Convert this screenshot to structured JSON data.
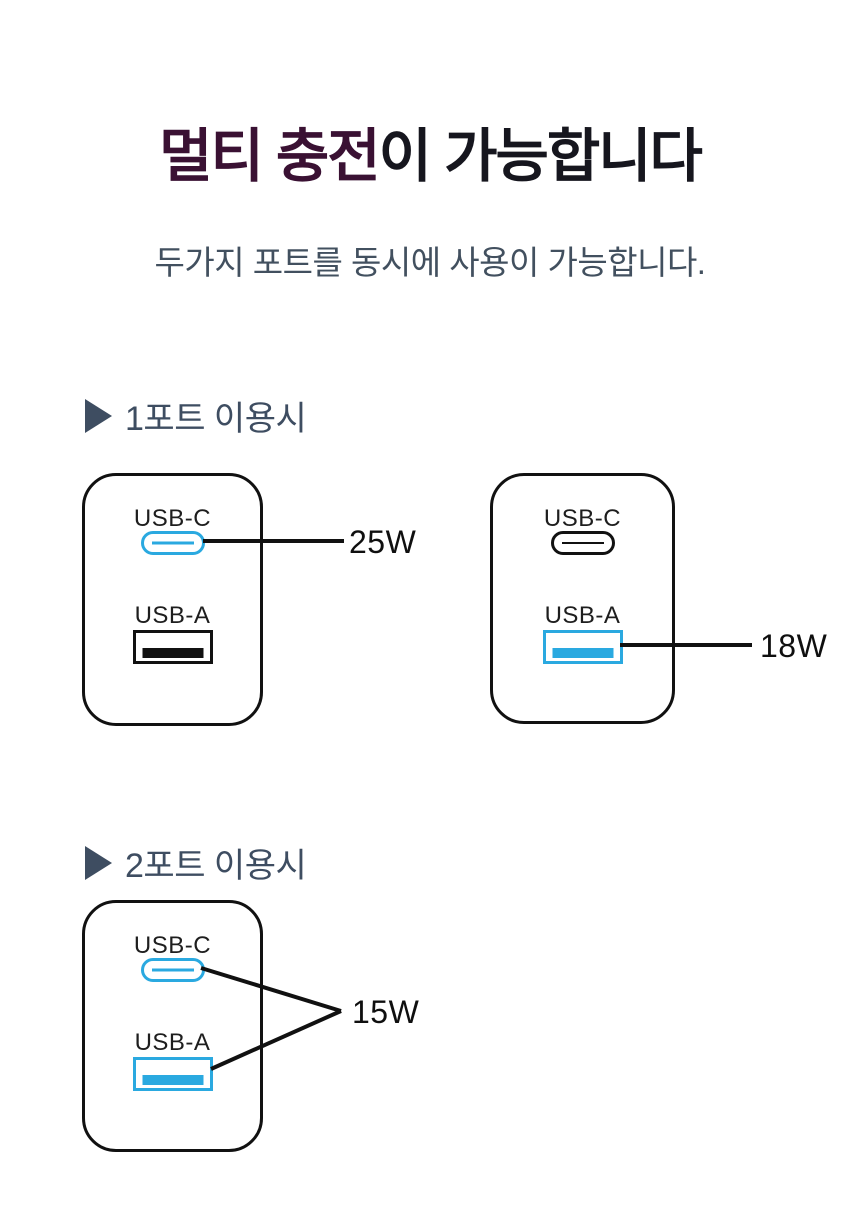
{
  "title": {
    "highlight": "멀티 충전",
    "rest": "이 가능합니다"
  },
  "subtitle": "두가지 포트를 동시에 사용이 가능합니다.",
  "sections": [
    {
      "label": "1포트 이용시"
    },
    {
      "label": "2포트 이용시"
    }
  ],
  "chargers": [
    {
      "usb_c_label": "USB-C",
      "usb_a_label": "USB-A",
      "highlighted_port": "usb-c",
      "wattage": "25W"
    },
    {
      "usb_c_label": "USB-C",
      "usb_a_label": "USB-A",
      "highlighted_port": "usb-a",
      "wattage": "18W"
    },
    {
      "usb_c_label": "USB-C",
      "usb_a_label": "USB-A",
      "highlighted_port": "both",
      "wattage": "15W"
    }
  ],
  "colors": {
    "accent_blue": "#2aa9e0",
    "title_highlight": "#3a1133",
    "title_dark": "#16161e",
    "slate_heading": "#3e4d61",
    "line_black": "#111111",
    "background": "#ffffff"
  }
}
